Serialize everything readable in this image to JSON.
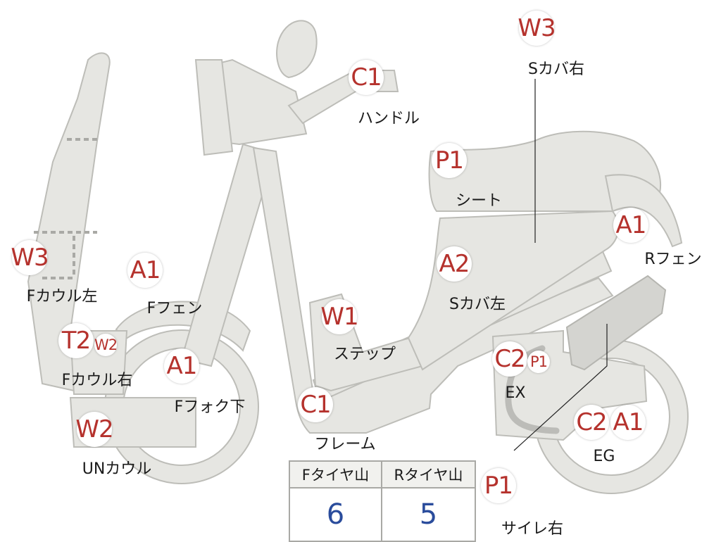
{
  "parts": [
    {
      "id": "w3-top",
      "code": "W3",
      "label": "Sカバ右"
    },
    {
      "id": "c1-handle",
      "code": "C1",
      "label": "ハンドル"
    },
    {
      "id": "p1-seat",
      "code": "P1",
      "label": "シート"
    },
    {
      "id": "a1-rfender",
      "code": "A1",
      "label": "Rフェン"
    },
    {
      "id": "w3-fcowl-left",
      "code": "W3",
      "label": "Fカウル左"
    },
    {
      "id": "a1-ffender",
      "code": "A1",
      "label": "Fフェン"
    },
    {
      "id": "a2-scover-left",
      "code": "A2",
      "label": "Sカバ左"
    },
    {
      "id": "w1-step",
      "code": "W1",
      "label": "ステップ"
    },
    {
      "id": "t2-fcowl-right",
      "code": "T2",
      "code2": "W2",
      "label": "Fカウル右"
    },
    {
      "id": "a1-ffork",
      "code": "A1",
      "label": "Fフォク下"
    },
    {
      "id": "c2-ex",
      "code": "C2",
      "code2": "P1",
      "label": "EX"
    },
    {
      "id": "c1-frame",
      "code": "C1",
      "label": "フレーム"
    },
    {
      "id": "w2-under-cowl",
      "code": "W2",
      "label": "UNカウル"
    },
    {
      "id": "c2-eg",
      "code": "C2",
      "code2": "A1",
      "label": "EG"
    },
    {
      "id": "p1-muffler",
      "code": "P1",
      "label": "サイレ右"
    }
  ],
  "tire_table": {
    "front_header": "Fタイヤ山",
    "rear_header": "Rタイヤ山",
    "front_value": "6",
    "rear_value": "5"
  },
  "colors": {
    "body": "#e6e6e2",
    "outline": "#bdbdb8",
    "code_text": "#b5322d",
    "value_text": "#2a4c9c"
  }
}
